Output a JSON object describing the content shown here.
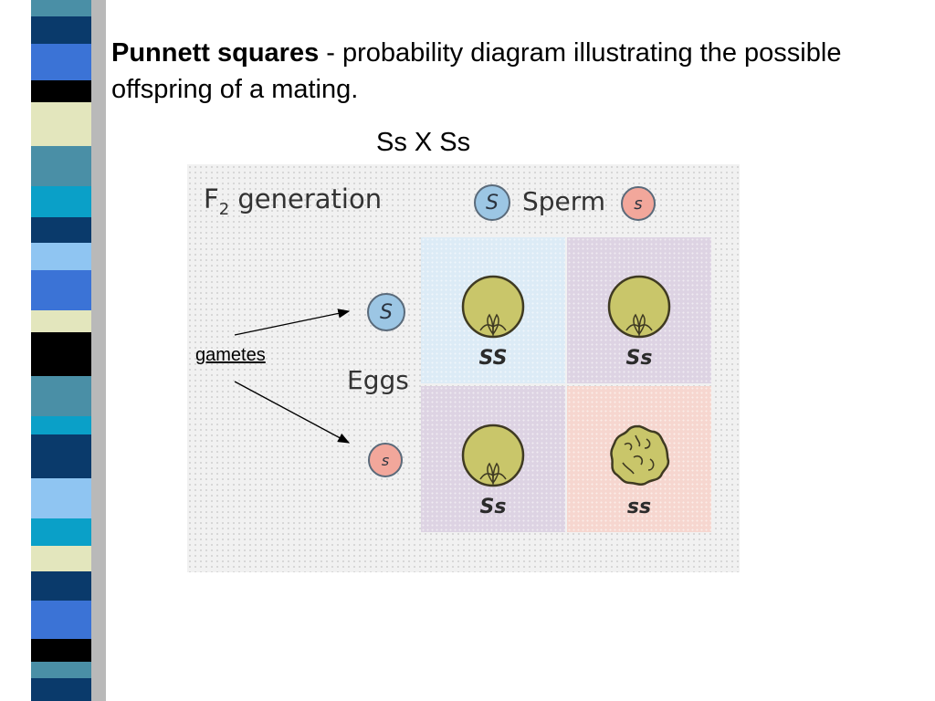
{
  "slide": {
    "title_bold": "Punnett squares",
    "title_rest": " - probability diagram illustrating the possible offspring of a mating.",
    "cross": "Ss X Ss",
    "annotation": "gametes"
  },
  "diagram": {
    "generation_base": "F",
    "generation_sub": "2",
    "generation_rest": " generation",
    "sperm_label": "Sperm",
    "eggs_label": "Eggs",
    "sperm_alleles": [
      "S",
      "s"
    ],
    "egg_alleles": [
      "S",
      "s"
    ],
    "cells": [
      {
        "genotype": "SS",
        "phenotype": "smooth",
        "color": "#dcebf6"
      },
      {
        "genotype": "Ss",
        "phenotype": "smooth",
        "color": "#ddd3e3"
      },
      {
        "genotype": "Ss",
        "phenotype": "smooth",
        "color": "#ddd3e3"
      },
      {
        "genotype": "ss",
        "phenotype": "wrinkled",
        "color": "#f6d6cf"
      }
    ],
    "colors": {
      "dominant_allele": "#9cc6e4",
      "recessive_allele": "#f2a79b",
      "pea": "#c9c66a"
    }
  }
}
